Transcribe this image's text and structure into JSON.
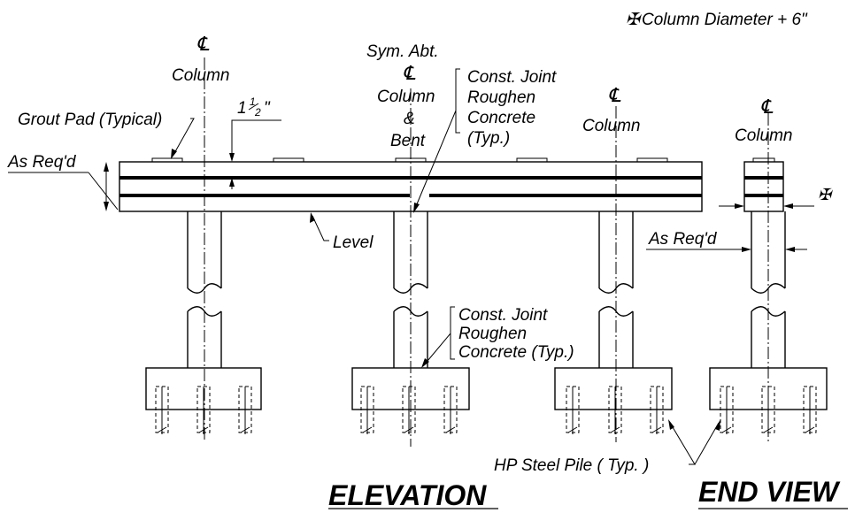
{
  "legend": {
    "symbol": "✠",
    "text": "Column Diameter + 6\""
  },
  "centerline_symbol": "℄",
  "labels": {
    "column_1": "Column",
    "sym_abt": "Sym.  Abt.",
    "column_2": "Column",
    "and": "&",
    "bent": "Bent",
    "column_3": "Column",
    "column_end": "Column",
    "grout_pad": "Grout Pad (Typical)",
    "dim_1half_whole": "1",
    "dim_1half_num": "1",
    "dim_1half_den": "2",
    "dim_1half_unit": "\"",
    "as_reqd_left": "As Req'd",
    "as_reqd_right": "As Req'd",
    "level": "Level",
    "const_joint_top": [
      "Const. Joint",
      "Roughen",
      "Concrete",
      "(Typ.)"
    ],
    "const_joint_bottom": [
      "Const. Joint",
      "Roughen",
      "Concrete (Typ.)"
    ],
    "hp_pile": "HP Steel Pile ( Typ. )",
    "end_view_mark": "✠"
  },
  "titles": {
    "elevation": "ELEVATION",
    "end_view": "END VIEW"
  }
}
